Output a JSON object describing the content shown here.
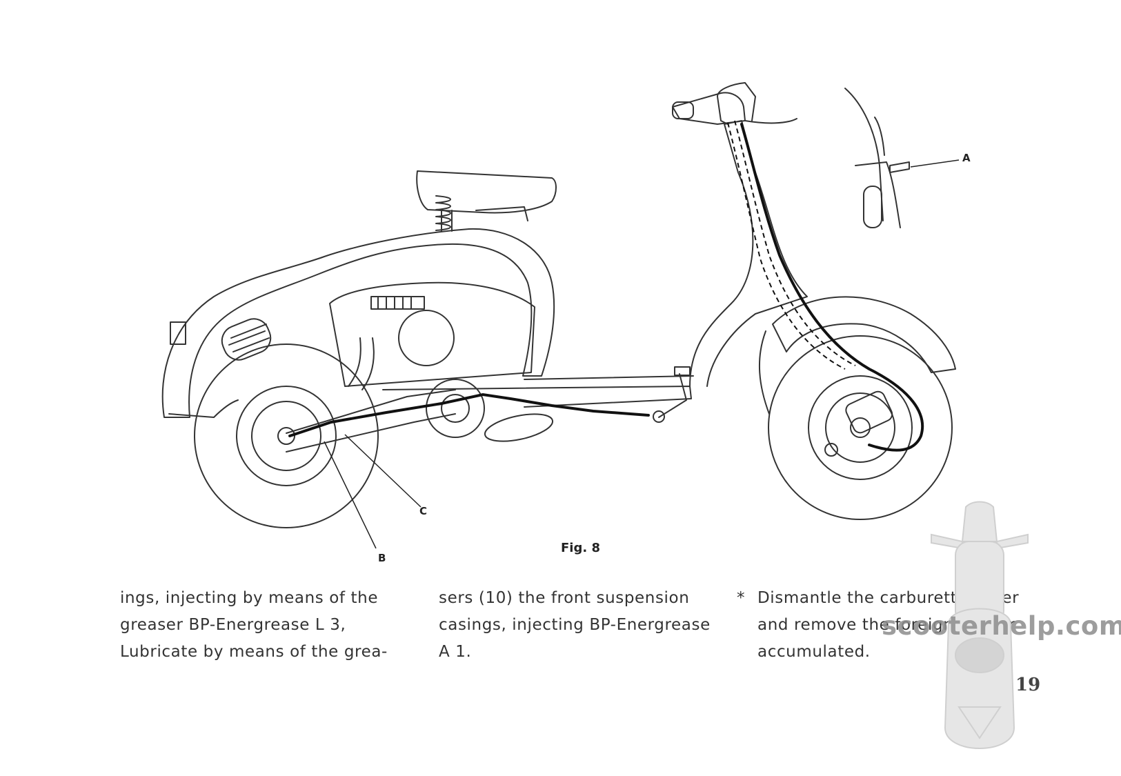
{
  "figure": {
    "caption": "Fig. 8",
    "labels": {
      "a": "A",
      "b": "B",
      "c": "C"
    }
  },
  "columns": [
    {
      "lines": [
        "ings, injecting by means of the",
        "greaser BP-Energrease L 3,",
        "Lubricate by means of the grea-"
      ]
    },
    {
      "lines": [
        "sers (10) the front suspension",
        "casings, injecting BP-Energrease",
        "A 1."
      ]
    },
    {
      "bullet": "*",
      "lines": [
        "Dismantle the carburettor filter",
        "and remove the foreign matter",
        "accumulated."
      ]
    }
  ],
  "watermark": {
    "text": "scooterhelp.com"
  },
  "page_number": "19"
}
